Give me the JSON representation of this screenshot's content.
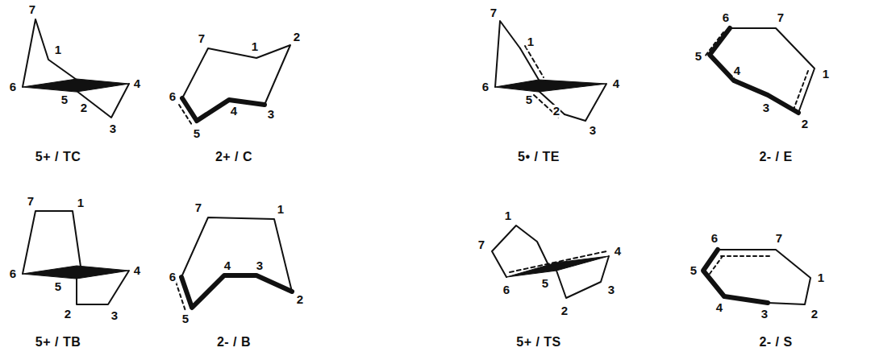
{
  "diagram": {
    "labels": [
      "7",
      "1",
      "2",
      "3",
      "4",
      "5",
      "6",
      "5+ / TC",
      "7",
      "1",
      "2",
      "3",
      "4",
      "5",
      "6",
      "2+ / C",
      "7",
      "1",
      "2",
      "3",
      "4",
      "5",
      "6",
      "5• / TE",
      "7",
      "1",
      "2",
      "3",
      "4",
      "5",
      "6",
      "2- / E",
      "7",
      "1",
      "2",
      "3",
      "4",
      "5",
      "6",
      "5+ / TB",
      "7",
      "1",
      "2",
      "3",
      "4",
      "5",
      "6",
      "2- / B",
      "7",
      "1",
      "2",
      "3",
      "4",
      "5",
      "6",
      "5+ / TS",
      "7",
      "1",
      "2",
      "3",
      "4",
      "5",
      "6",
      "2- / S"
    ]
  }
}
